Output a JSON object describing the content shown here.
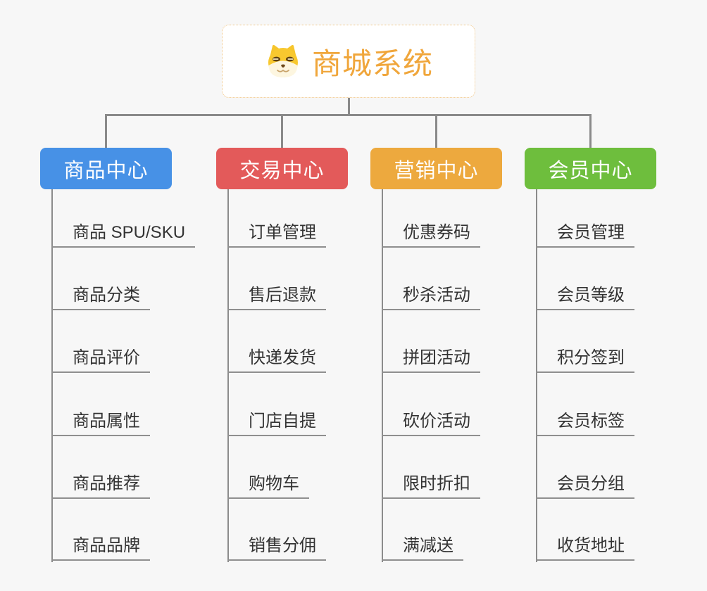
{
  "root": {
    "title": "商城系统",
    "icon": "shiba-dog-icon",
    "title_color": "#F0A63B",
    "border_color": "#F0C585"
  },
  "connector_color": "#8A8A8A",
  "background_color": "#F7F7F7",
  "columns": [
    {
      "label": "商品中心",
      "color": "#4791E6",
      "items": [
        "商品 SPU/SKU",
        "商品分类",
        "商品评价",
        "商品属性",
        "商品推荐",
        "商品品牌"
      ]
    },
    {
      "label": "交易中心",
      "color": "#E35A5A",
      "items": [
        "订单管理",
        "售后退款",
        "快递发货",
        "门店自提",
        "购物车",
        "销售分佣"
      ]
    },
    {
      "label": "营销中心",
      "color": "#EDA93E",
      "items": [
        "优惠券码",
        "秒杀活动",
        "拼团活动",
        "砍价活动",
        "限时折扣",
        "满减送"
      ]
    },
    {
      "label": "会员中心",
      "color": "#6EBE3D",
      "items": [
        "会员管理",
        "会员等级",
        "积分签到",
        "会员标签",
        "会员分组",
        "收货地址"
      ]
    }
  ]
}
